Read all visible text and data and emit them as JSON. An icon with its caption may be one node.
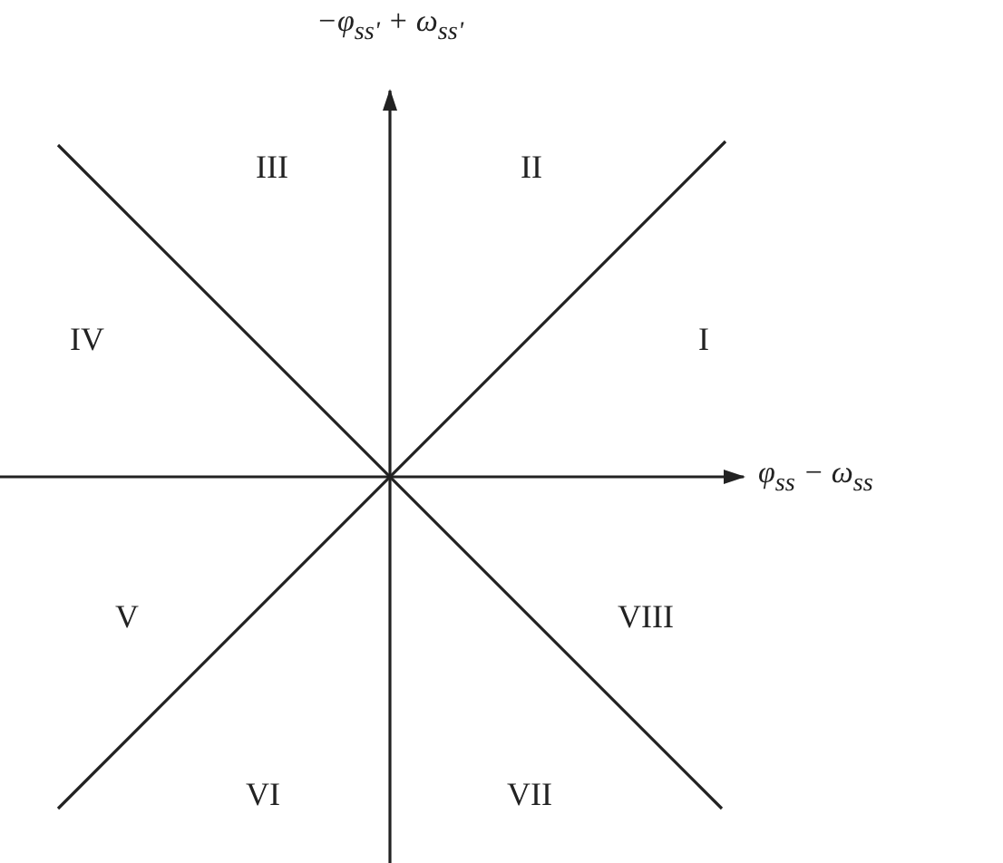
{
  "diagram": {
    "labels": [
      "−φ$_{ss'}$ + ω$_{ss'}$",
      "III",
      "II",
      "IV",
      "I",
      "φ$_{ss}$ − ω$_{ss}$",
      "V",
      "VIII",
      "VI",
      "VII"
    ]
  }
}
